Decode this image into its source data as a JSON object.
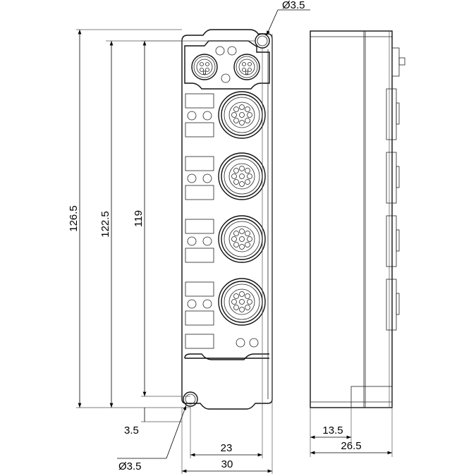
{
  "drawing": {
    "front_view": {
      "mount_hole_top_label": "Ø3.5",
      "mount_hole_bottom_label": "Ø3.5",
      "connectors_m8": 2,
      "connectors_m12": 4
    },
    "dimensions": {
      "overall_height": "126.5",
      "body_height": "122.5",
      "hole_spacing_vertical": "119",
      "hole_offset": "3.5",
      "hole_spacing_horizontal": "23",
      "width": "30",
      "side_partial_depth": "13.5",
      "depth": "26.5"
    }
  }
}
